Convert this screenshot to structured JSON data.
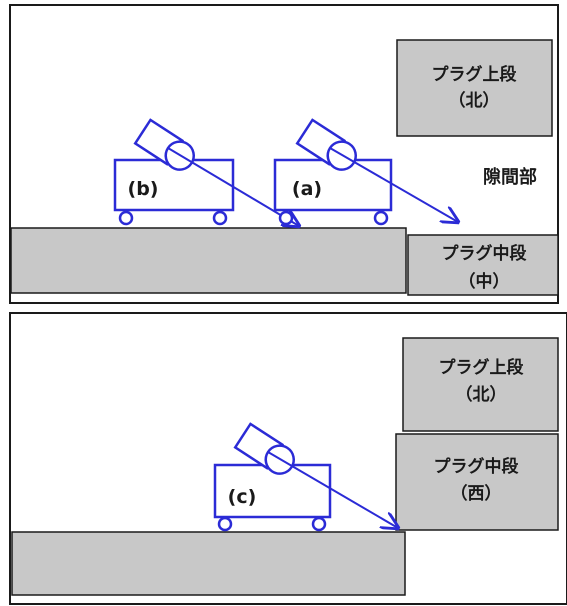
{
  "top_panel": {
    "plug_upper": {
      "line1": "プラグ上段",
      "line2": "（北）"
    },
    "plug_middle": {
      "line1": "プラグ中段",
      "line2": "（中）"
    },
    "gap_label": "隙間部",
    "cart_a_label": "(a)",
    "cart_b_label": "(b)"
  },
  "bottom_panel": {
    "plug_upper": {
      "line1": "プラグ上段",
      "line2": "（北）"
    },
    "plug_middle": {
      "line1": "プラグ中段",
      "line2": "（西）"
    },
    "cart_c_label": "(c)"
  },
  "colors": {
    "cart_blue": "#2b2bd6",
    "block_gray": "#c8c8c8",
    "outline": "#1a1a1a"
  }
}
